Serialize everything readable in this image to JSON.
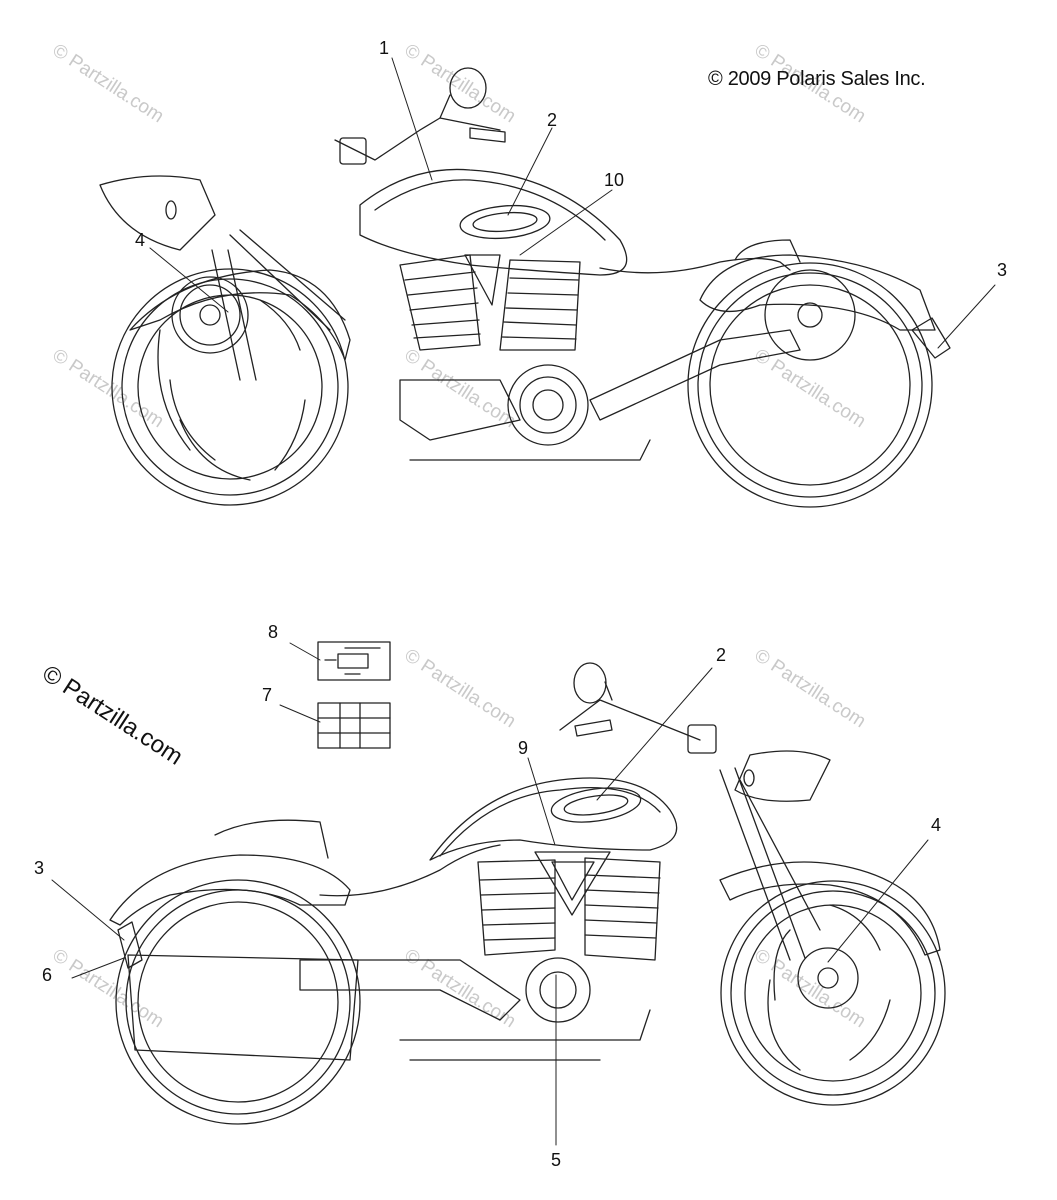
{
  "copyright": "© 2009 Polaris Sales Inc.",
  "brand": "© Partzilla.com",
  "watermark": "© Partzilla.com",
  "callouts_top": [
    {
      "id": "top-1",
      "label": "1"
    },
    {
      "id": "top-2",
      "label": "2"
    },
    {
      "id": "top-10",
      "label": "10"
    },
    {
      "id": "top-4",
      "label": "4"
    },
    {
      "id": "top-3",
      "label": "3"
    }
  ],
  "callouts_bottom": [
    {
      "id": "bot-8",
      "label": "8"
    },
    {
      "id": "bot-7",
      "label": "7"
    },
    {
      "id": "bot-2",
      "label": "2"
    },
    {
      "id": "bot-9",
      "label": "9"
    },
    {
      "id": "bot-4",
      "label": "4"
    },
    {
      "id": "bot-3",
      "label": "3"
    },
    {
      "id": "bot-6",
      "label": "6"
    },
    {
      "id": "bot-5",
      "label": "5"
    }
  ]
}
